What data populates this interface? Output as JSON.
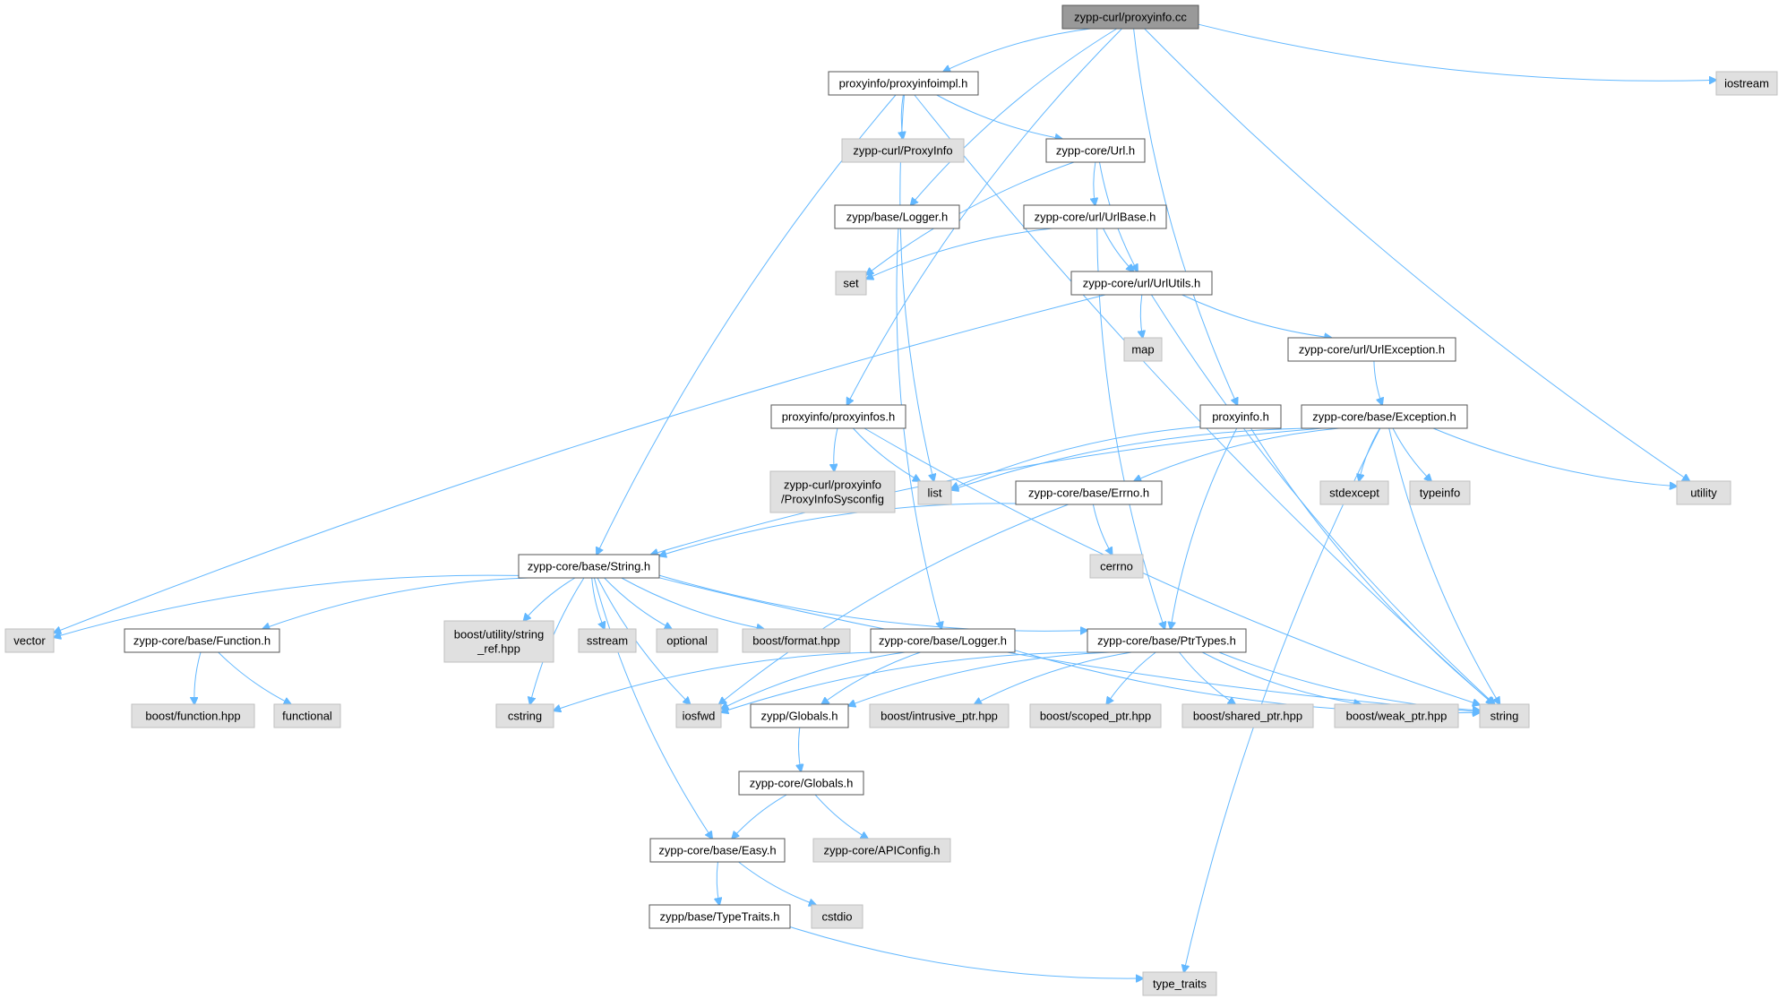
{
  "colors": {
    "edge": "#63b8ff",
    "root_fill": "#999999",
    "documented_fill": "#ffffff",
    "external_fill": "#e0e0e0"
  },
  "nodes": [
    {
      "id": "n0",
      "label": [
        "zypp-curl/proxyinfo.cc"
      ],
      "kind": "root"
    },
    {
      "id": "n1",
      "label": [
        "proxyinfo/proxyinfoimpl.h"
      ],
      "kind": "documented"
    },
    {
      "id": "n2",
      "label": [
        "iostream"
      ],
      "kind": "external"
    },
    {
      "id": "n3",
      "label": [
        "zypp-curl/ProxyInfo"
      ],
      "kind": "external"
    },
    {
      "id": "n4",
      "label": [
        "zypp-core/Url.h"
      ],
      "kind": "documented"
    },
    {
      "id": "n5",
      "label": [
        "zypp/base/Logger.h"
      ],
      "kind": "documented"
    },
    {
      "id": "n6",
      "label": [
        "zypp-core/url/UrlBase.h"
      ],
      "kind": "documented"
    },
    {
      "id": "n7",
      "label": [
        "set"
      ],
      "kind": "external"
    },
    {
      "id": "n8",
      "label": [
        "zypp-core/url/UrlUtils.h"
      ],
      "kind": "documented"
    },
    {
      "id": "n9",
      "label": [
        "map"
      ],
      "kind": "external"
    },
    {
      "id": "n10",
      "label": [
        "zypp-core/url/UrlException.h"
      ],
      "kind": "documented"
    },
    {
      "id": "n11",
      "label": [
        "proxyinfo/proxyinfos.h"
      ],
      "kind": "documented"
    },
    {
      "id": "n12",
      "label": [
        "proxyinfo.h"
      ],
      "kind": "documented"
    },
    {
      "id": "n13",
      "label": [
        "zypp-core/base/Exception.h"
      ],
      "kind": "documented"
    },
    {
      "id": "n14",
      "label": [
        "zypp-curl/proxyinfo",
        "/ProxyInfoSysconfig"
      ],
      "kind": "external"
    },
    {
      "id": "n15",
      "label": [
        "list"
      ],
      "kind": "external"
    },
    {
      "id": "n16",
      "label": [
        "zypp-core/base/Errno.h"
      ],
      "kind": "documented"
    },
    {
      "id": "n17",
      "label": [
        "stdexcept"
      ],
      "kind": "external"
    },
    {
      "id": "n18",
      "label": [
        "typeinfo"
      ],
      "kind": "external"
    },
    {
      "id": "n19",
      "label": [
        "utility"
      ],
      "kind": "external"
    },
    {
      "id": "n20",
      "label": [
        "cerrno"
      ],
      "kind": "external"
    },
    {
      "id": "n21",
      "label": [
        "zypp-core/base/String.h"
      ],
      "kind": "documented"
    },
    {
      "id": "n22",
      "label": [
        "vector"
      ],
      "kind": "external"
    },
    {
      "id": "n23",
      "label": [
        "zypp-core/base/Function.h"
      ],
      "kind": "documented"
    },
    {
      "id": "n24",
      "label": [
        "boost/utility/string",
        "_ref.hpp"
      ],
      "kind": "external"
    },
    {
      "id": "n25",
      "label": [
        "sstream"
      ],
      "kind": "external"
    },
    {
      "id": "n26",
      "label": [
        "optional"
      ],
      "kind": "external"
    },
    {
      "id": "n27",
      "label": [
        "boost/format.hpp"
      ],
      "kind": "external"
    },
    {
      "id": "n28",
      "label": [
        "zypp-core/base/Logger.h"
      ],
      "kind": "documented"
    },
    {
      "id": "n29",
      "label": [
        "zypp-core/base/PtrTypes.h"
      ],
      "kind": "documented"
    },
    {
      "id": "n30",
      "label": [
        "boost/function.hpp"
      ],
      "kind": "external"
    },
    {
      "id": "n31",
      "label": [
        "functional"
      ],
      "kind": "external"
    },
    {
      "id": "n32",
      "label": [
        "cstring"
      ],
      "kind": "external"
    },
    {
      "id": "n33",
      "label": [
        "iosfwd"
      ],
      "kind": "external"
    },
    {
      "id": "n34",
      "label": [
        "zypp/Globals.h"
      ],
      "kind": "documented"
    },
    {
      "id": "n35",
      "label": [
        "boost/intrusive_ptr.hpp"
      ],
      "kind": "external"
    },
    {
      "id": "n36",
      "label": [
        "boost/scoped_ptr.hpp"
      ],
      "kind": "external"
    },
    {
      "id": "n37",
      "label": [
        "boost/shared_ptr.hpp"
      ],
      "kind": "external"
    },
    {
      "id": "n38",
      "label": [
        "boost/weak_ptr.hpp"
      ],
      "kind": "external"
    },
    {
      "id": "n39",
      "label": [
        "string"
      ],
      "kind": "external"
    },
    {
      "id": "n40",
      "label": [
        "zypp-core/Globals.h"
      ],
      "kind": "documented"
    },
    {
      "id": "n41",
      "label": [
        "zypp-core/base/Easy.h"
      ],
      "kind": "documented"
    },
    {
      "id": "n42",
      "label": [
        "zypp-core/APIConfig.h"
      ],
      "kind": "external"
    },
    {
      "id": "n43",
      "label": [
        "zypp/base/TypeTraits.h"
      ],
      "kind": "documented"
    },
    {
      "id": "n44",
      "label": [
        "cstdio"
      ],
      "kind": "external"
    },
    {
      "id": "n45",
      "label": [
        "type_traits"
      ],
      "kind": "external"
    }
  ],
  "edges": [
    [
      "n0",
      "n1"
    ],
    [
      "n0",
      "n2"
    ],
    [
      "n0",
      "n5"
    ],
    [
      "n0",
      "n11"
    ],
    [
      "n0",
      "n12"
    ],
    [
      "n0",
      "n19"
    ],
    [
      "n1",
      "n3"
    ],
    [
      "n1",
      "n4"
    ],
    [
      "n1",
      "n21"
    ],
    [
      "n1",
      "n15"
    ],
    [
      "n1",
      "n39"
    ],
    [
      "n4",
      "n6"
    ],
    [
      "n4",
      "n8"
    ],
    [
      "n4",
      "n7"
    ],
    [
      "n5",
      "n28"
    ],
    [
      "n6",
      "n8"
    ],
    [
      "n6",
      "n7"
    ],
    [
      "n6",
      "n29"
    ],
    [
      "n8",
      "n9"
    ],
    [
      "n8",
      "n10"
    ],
    [
      "n8",
      "n22"
    ],
    [
      "n8",
      "n39"
    ],
    [
      "n10",
      "n13"
    ],
    [
      "n11",
      "n14"
    ],
    [
      "n11",
      "n15"
    ],
    [
      "n11",
      "n39"
    ],
    [
      "n12",
      "n15"
    ],
    [
      "n12",
      "n29"
    ],
    [
      "n12",
      "n39"
    ],
    [
      "n13",
      "n16"
    ],
    [
      "n13",
      "n17"
    ],
    [
      "n13",
      "n18"
    ],
    [
      "n13",
      "n19"
    ],
    [
      "n13",
      "n15"
    ],
    [
      "n13",
      "n39"
    ],
    [
      "n13",
      "n45"
    ],
    [
      "n13",
      "n21"
    ],
    [
      "n16",
      "n20"
    ],
    [
      "n16",
      "n21"
    ],
    [
      "n16",
      "n33"
    ],
    [
      "n21",
      "n22"
    ],
    [
      "n21",
      "n23"
    ],
    [
      "n21",
      "n24"
    ],
    [
      "n21",
      "n25"
    ],
    [
      "n21",
      "n26"
    ],
    [
      "n21",
      "n27"
    ],
    [
      "n21",
      "n29"
    ],
    [
      "n21",
      "n32"
    ],
    [
      "n21",
      "n33"
    ],
    [
      "n21",
      "n39"
    ],
    [
      "n21",
      "n41"
    ],
    [
      "n23",
      "n30"
    ],
    [
      "n23",
      "n31"
    ],
    [
      "n28",
      "n32"
    ],
    [
      "n28",
      "n33"
    ],
    [
      "n28",
      "n34"
    ],
    [
      "n28",
      "n39"
    ],
    [
      "n29",
      "n33"
    ],
    [
      "n29",
      "n34"
    ],
    [
      "n29",
      "n35"
    ],
    [
      "n29",
      "n36"
    ],
    [
      "n29",
      "n37"
    ],
    [
      "n29",
      "n38"
    ],
    [
      "n29",
      "n39"
    ],
    [
      "n34",
      "n40"
    ],
    [
      "n40",
      "n41"
    ],
    [
      "n40",
      "n42"
    ],
    [
      "n41",
      "n43"
    ],
    [
      "n41",
      "n44"
    ],
    [
      "n43",
      "n45"
    ]
  ]
}
